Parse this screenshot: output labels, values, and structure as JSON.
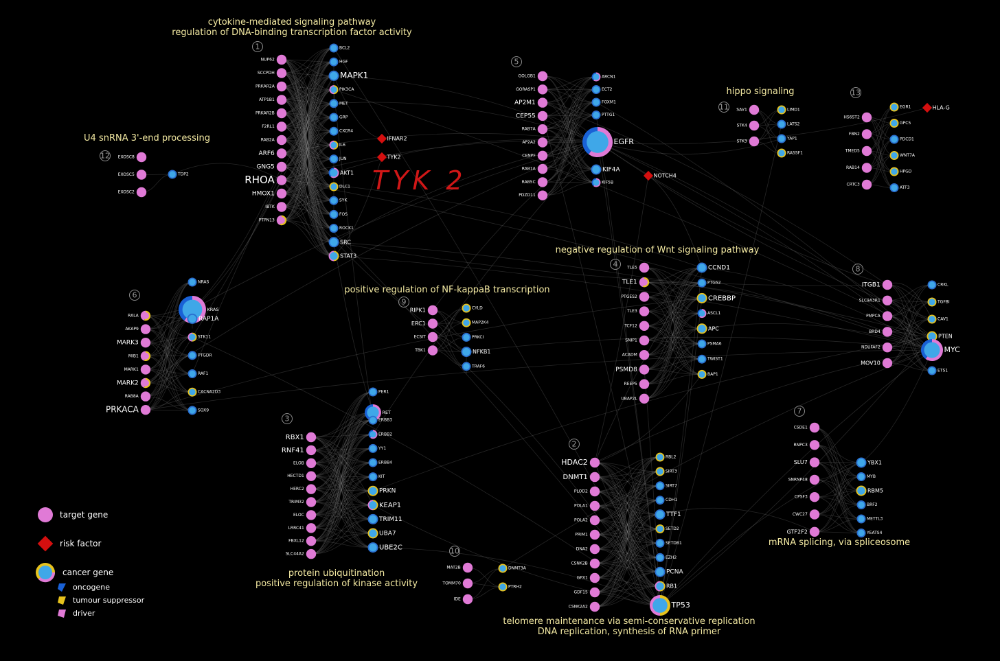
{
  "colors": {
    "target": "#e07ad6",
    "cancer": "#3fa7e8",
    "risk": "#d40f0f",
    "driver": "#e07ad6",
    "suppressor": "#e7c21d",
    "oncogene": "#1961d6",
    "annotation": "#d01717",
    "title": "#f3e9a2"
  },
  "annotation": {
    "text": "TYK 2"
  },
  "legend": {
    "target": "target gene",
    "risk": "risk factor",
    "cancer": "cancer gene",
    "oncogene": "oncogene",
    "suppressor": "tumour suppressor",
    "driver": "driver"
  },
  "modules": [
    {
      "id": "1",
      "title": [
        "cytokine-mediated signaling pathway",
        "regulation of DNA-binding transcription factor activity"
      ],
      "left": [
        "NUP62",
        "SCCPDH",
        "PRKAR2A",
        "ATP1B1",
        "PRKAR2B",
        "F2RL1",
        "RAB2A",
        "ARF6",
        "GNG5",
        "RHOA",
        "HMOX1",
        "IBTK",
        "PTPN13"
      ],
      "right": [
        "BCL2",
        "HGF",
        "MAPK1",
        "PIK3CA",
        "MET",
        "GRP",
        "CXCR4",
        "IL6",
        "JUN",
        "AKT1",
        "DLC1",
        "SYK",
        "FOS",
        "ROCK1",
        "SRC",
        "STAT3"
      ],
      "risk": [
        "IFNAR2",
        "TYK2"
      ]
    },
    {
      "id": "12",
      "title": [
        "U4 snRNA 3'-end processing"
      ],
      "left": [
        "EXOSC8",
        "EXOSC5",
        "EXOSC2"
      ],
      "right": [
        "TDP2"
      ]
    },
    {
      "id": "5",
      "title": [],
      "left": [
        "GOLGB1",
        "GORASP1",
        "AP2M1",
        "CEP55",
        "RAB7A",
        "AP2A2",
        "CENPF",
        "RAB1A",
        "RAB5C",
        "PDZD11"
      ],
      "right": [
        "ARCN1",
        "ECT2",
        "FOXM1",
        "PTTG1",
        "EGFR",
        "KIF4A",
        "KIF5B"
      ],
      "risk": [
        "NOTCH4"
      ]
    },
    {
      "id": "11",
      "title": [
        "hippo signaling"
      ],
      "left": [
        "SAV1",
        "STK4",
        "STK3"
      ],
      "right": [
        "LIMD1",
        "LATS2",
        "YAP1",
        "RASSF1"
      ]
    },
    {
      "id": "13",
      "title": [],
      "left": [
        "HS6ST2",
        "FBN2",
        "TMED5",
        "RAB14",
        "CRTC3"
      ],
      "right": [
        "EGR1",
        "GPC5",
        "PDCD1",
        "WNT7A",
        "HPGD",
        "ATF3"
      ],
      "risk": [
        "HLA-G"
      ]
    },
    {
      "id": "6",
      "title": [],
      "left": [
        "RALA",
        "AKAP9",
        "MARK3",
        "MIB1",
        "MARK1",
        "MARK2",
        "RAB8A",
        "PRKACA"
      ],
      "right": [
        "NRAS",
        "KRAS",
        "RAP1A",
        "STK11",
        "PTGDR",
        "RAF1",
        "CACNA2D3",
        "SOX9"
      ]
    },
    {
      "id": "9",
      "title": [
        "positive regulation of NF-kappaB transcription"
      ],
      "left": [
        "RIPK1",
        "ERC1",
        "ECSIT",
        "TBK1"
      ],
      "right": [
        "CYLD",
        "MAP2K4",
        "PRKCI",
        "NFKB1",
        "TRAF6"
      ]
    },
    {
      "id": "4",
      "title": [
        "negative regulation of Wnt signaling pathway"
      ],
      "left": [
        "TLE5",
        "TLE1",
        "PTGES2",
        "TLE3",
        "TCF12",
        "SNIP1",
        "ACADM",
        "PSMD8",
        "REEP5",
        "UBAP2L"
      ],
      "right": [
        "CCND1",
        "PTGS2",
        "CREBBP",
        "ASCL1",
        "APC",
        "PSMA6",
        "TWIST1",
        "BAP1"
      ]
    },
    {
      "id": "8",
      "title": [],
      "left": [
        "ITGB1",
        "SLC9A3R1",
        "PMPCA",
        "BRD4",
        "NDUFAF2",
        "MOV10"
      ],
      "right": [
        "CRKL",
        "TGFBI",
        "CAV1",
        "PTEN",
        "MYC",
        "ETS1"
      ]
    },
    {
      "id": "3",
      "title": [
        "protein ubiquitination",
        "positive regulation of kinase activity"
      ],
      "left": [
        "RBX1",
        "RNF41",
        "ELOB",
        "HECTD1",
        "HERC2",
        "TRIM32",
        "ELOC",
        "LRRC41",
        "FBXL12",
        "SLC44A2"
      ],
      "right": [
        "PER1",
        "RET",
        "ERBB3",
        "ERBB2",
        "YY1",
        "ERBB4",
        "KIT",
        "PRKN",
        "KEAP1",
        "TRIM11",
        "UBA7",
        "UBE2C"
      ]
    },
    {
      "id": "2",
      "title": [
        "telomere maintenance via semi-conservative replication",
        "DNA replication, synthesis of RNA primer"
      ],
      "left": [
        "HDAC2",
        "DNMT1",
        "PLOD2",
        "POLA1",
        "POLA2",
        "PRIM1",
        "DNA2",
        "CSNK2B",
        "GPX1",
        "GDF15",
        "CSNK2A2"
      ],
      "right": [
        "RBL2",
        "SIRT3",
        "SIRT7",
        "CDH1",
        "TTF1",
        "SETD2",
        "SETDB1",
        "EZH2",
        "PCNA",
        "RB1",
        "TP53"
      ]
    },
    {
      "id": "7",
      "title": [
        "mRNA splicing, via spliceosome"
      ],
      "left": [
        "CSDE1",
        "RNPC3",
        "SLU7",
        "SNRNP48",
        "CPSF3",
        "CWC27",
        "GTF2F2"
      ],
      "right": [
        "YBX1",
        "MYB",
        "RBM5",
        "BRF2",
        "METTL3",
        "YEATS4"
      ]
    },
    {
      "id": "10",
      "title": [],
      "left": [
        "MAT2B",
        "TOMM70",
        "IDE"
      ],
      "right": [
        "DNMT3A",
        "PTRH2"
      ]
    }
  ]
}
